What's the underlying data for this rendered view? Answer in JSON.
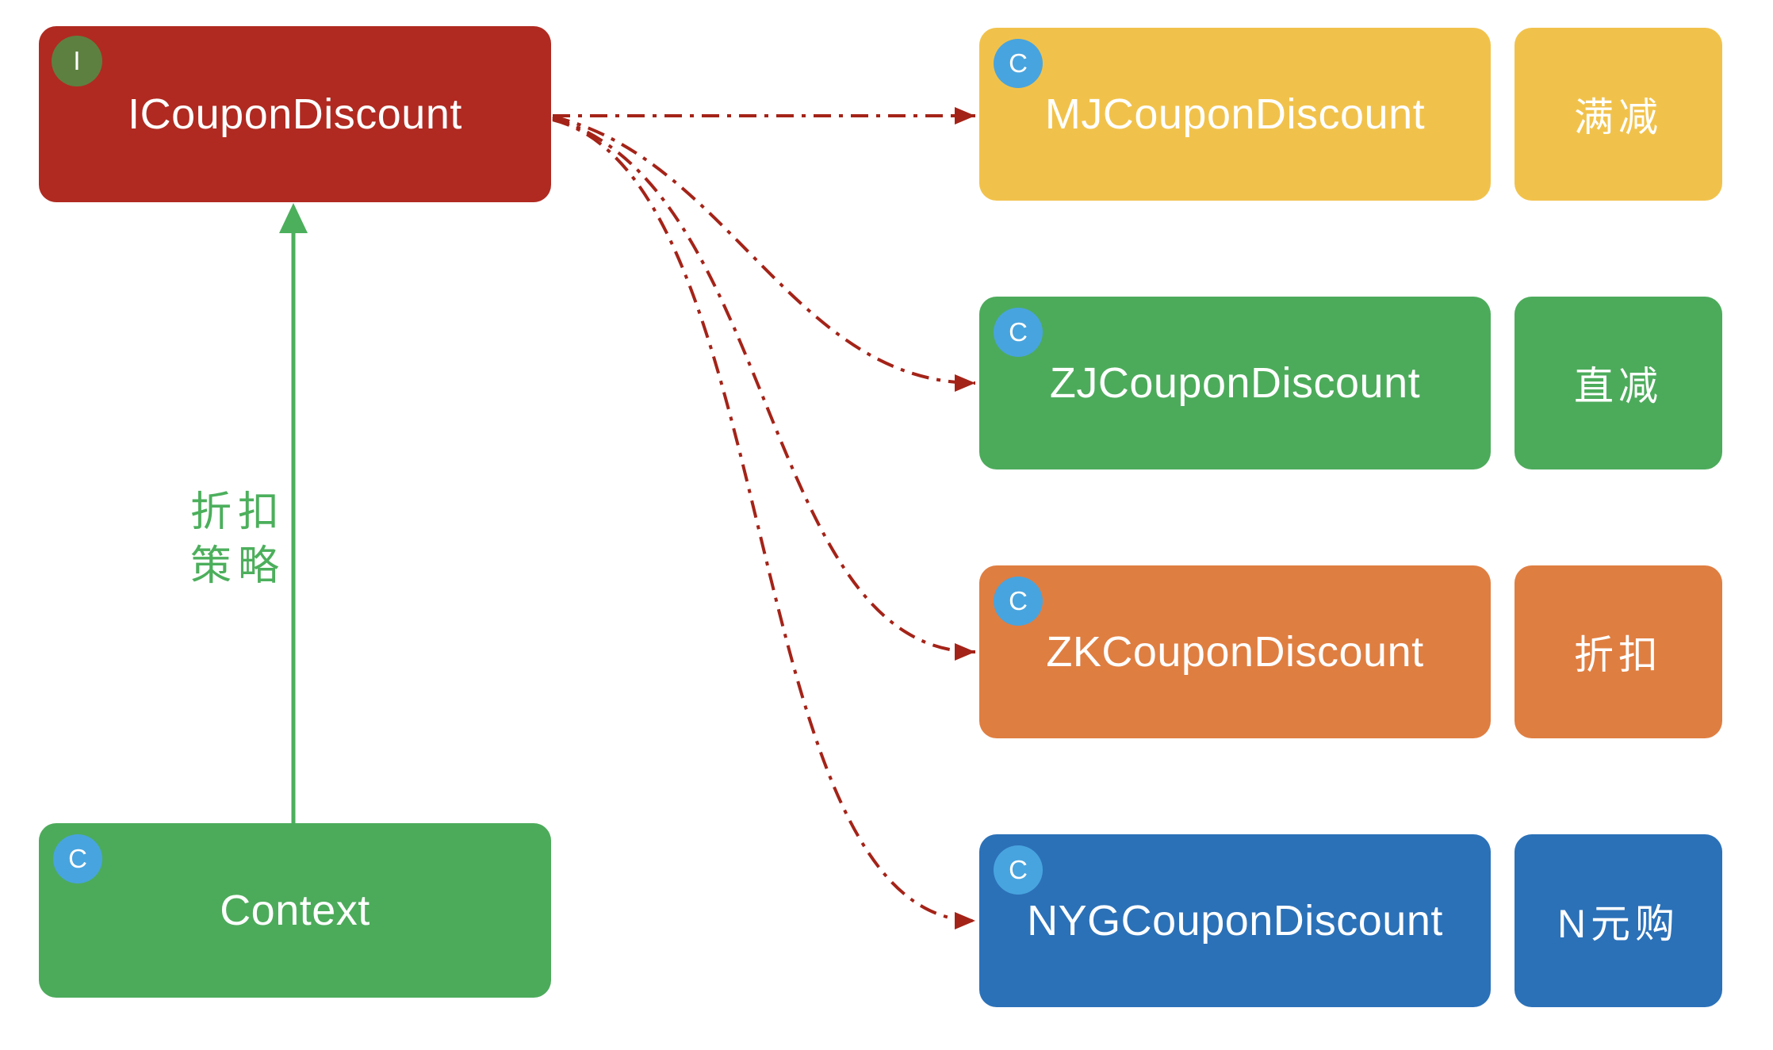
{
  "diagram": {
    "nodes": {
      "interface": {
        "badge": "I",
        "label": "ICouponDiscount"
      },
      "context": {
        "badge": "C",
        "label": "Context"
      }
    },
    "strategy_label": {
      "line1": "折扣",
      "line2": "策略"
    },
    "classes": [
      {
        "badge": "C",
        "name": "MJCouponDiscount",
        "tag": "满减",
        "color": "#F1C24B"
      },
      {
        "badge": "C",
        "name": "ZJCouponDiscount",
        "tag": "直减",
        "color": "#4CAB5B"
      },
      {
        "badge": "C",
        "name": "ZKCouponDiscount",
        "tag": "折扣",
        "color": "#DF7E41"
      },
      {
        "badge": "C",
        "name": "NYGCouponDiscount",
        "tag": "N元购",
        "color": "#2B71B8"
      }
    ],
    "edges": [
      {
        "from": "Context",
        "to": "ICouponDiscount",
        "style": "solid-arrow",
        "color": "#4CAF5C",
        "label": "折扣策略"
      },
      {
        "from": "ICouponDiscount",
        "to": "MJCouponDiscount",
        "style": "dash-dot-arrow",
        "color": "#A42318",
        "label": ""
      },
      {
        "from": "ICouponDiscount",
        "to": "ZJCouponDiscount",
        "style": "dash-dot-arrow",
        "color": "#A42318",
        "label": ""
      },
      {
        "from": "ICouponDiscount",
        "to": "ZKCouponDiscount",
        "style": "dash-dot-arrow",
        "color": "#A42318",
        "label": ""
      },
      {
        "from": "ICouponDiscount",
        "to": "NYGCouponDiscount",
        "style": "dash-dot-arrow",
        "color": "#A42318",
        "label": ""
      }
    ],
    "colors": {
      "interface_red": "#B02A21",
      "interface_badge_olive": "#5D8040",
      "class_badge_blue": "#48A4DE",
      "green": "#4CAB5B",
      "yellow": "#F1C24B",
      "orange": "#DF7E41",
      "blue": "#2B71B8",
      "arrow_red": "#A42318",
      "arrow_green": "#4CAF5C",
      "text_white": "#FFFFFF"
    }
  }
}
